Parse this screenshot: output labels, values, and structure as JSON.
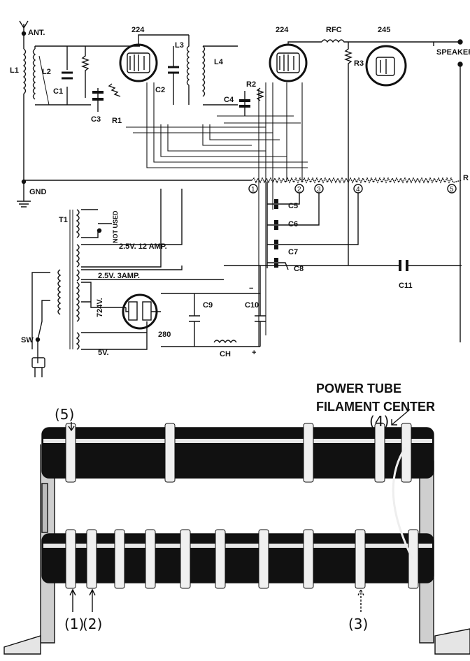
{
  "schematic": {
    "ant_label": "ANT.",
    "gnd_label": "GND",
    "speaker_label": "SPEAKER",
    "tube1_label": "224",
    "tube2_label": "224",
    "tube3_label": "245",
    "rect_tube_label": "280",
    "rfc_label": "RFC",
    "l1": "L1",
    "l2": "L2",
    "l3": "L3",
    "l4": "L4",
    "c1": "C1",
    "c2": "C2",
    "c3": "C3",
    "c4": "C4",
    "c5": "C5",
    "c6": "C6",
    "c7": "C7",
    "c8": "C8",
    "c9": "C9",
    "c10": "C10",
    "c11": "C11",
    "r1": "R1",
    "r2": "R2",
    "r3": "R3",
    "r4": "R",
    "t1": "T1",
    "not_used": "NOT USED",
    "winding_25v_12": "2.5V. 12 AMP.",
    "winding_25v_3": "2.5V. 3AMP.",
    "winding_724v": "724V.",
    "winding_5v": "5V.",
    "sw_label": "SW",
    "ch_label": "CH",
    "tap_labels": [
      "1",
      "2",
      "3",
      "4",
      "5"
    ],
    "minus_sign": "−",
    "plus_sign": "+"
  },
  "photo": {
    "title_line1": "POWER TUBE",
    "title_line2": "FILAMENT CENTER",
    "tap_5": "(5)",
    "tap_4": "(4)",
    "tap_1": "(1)",
    "tap_2": "(2)",
    "tap_3": "(3)"
  }
}
